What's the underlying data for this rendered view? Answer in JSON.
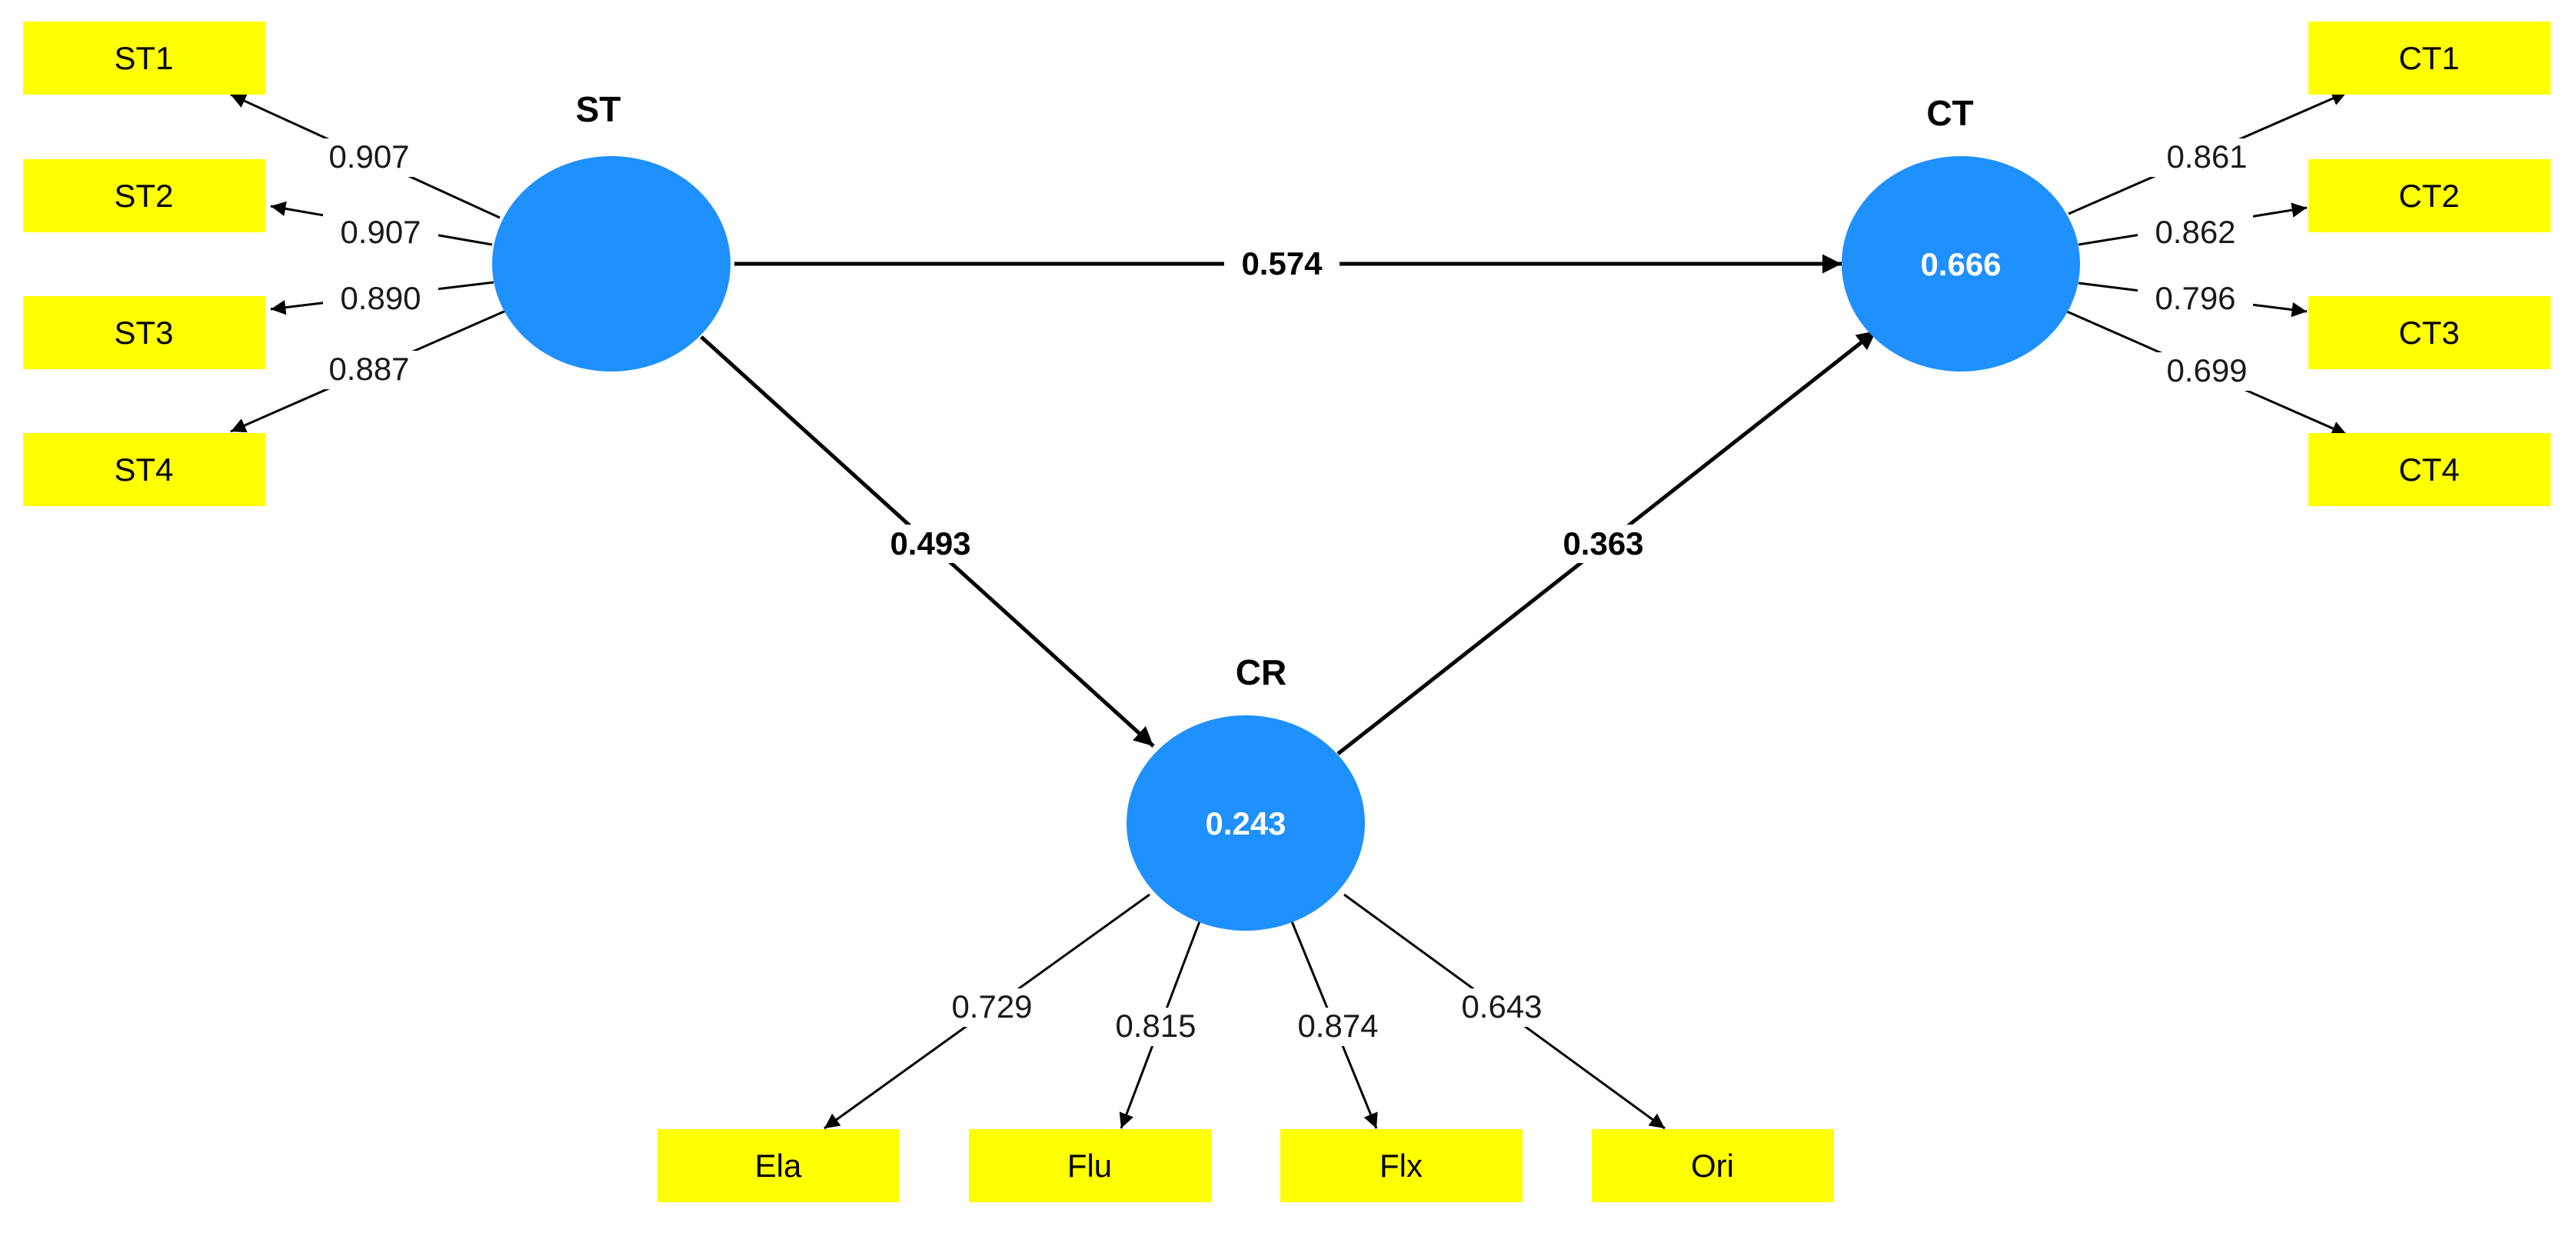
{
  "colors": {
    "latent": "#1e90ff",
    "indicator": "#ffff00",
    "line": "#000000",
    "background": "#ffffff"
  },
  "latents": {
    "ST": {
      "name": "ST",
      "value": ""
    },
    "CT": {
      "name": "CT",
      "value": "0.666"
    },
    "CR": {
      "name": "CR",
      "value": "0.243"
    }
  },
  "indicators": {
    "ST1": "ST1",
    "ST2": "ST2",
    "ST3": "ST3",
    "ST4": "ST4",
    "CT1": "CT1",
    "CT2": "CT2",
    "CT3": "CT3",
    "CT4": "CT4",
    "Ela": "Ela",
    "Flu": "Flu",
    "Flx": "Flx",
    "Ori": "Ori"
  },
  "loadings": {
    "ST1": "0.907",
    "ST2": "0.907",
    "ST3": "0.890",
    "ST4": "0.887",
    "CT1": "0.861",
    "CT2": "0.862",
    "CT3": "0.796",
    "CT4": "0.699",
    "Ela": "0.729",
    "Flu": "0.815",
    "Flx": "0.874",
    "Ori": "0.643"
  },
  "paths": {
    "ST_CT": "0.574",
    "ST_CR": "0.493",
    "CR_CT": "0.363"
  }
}
